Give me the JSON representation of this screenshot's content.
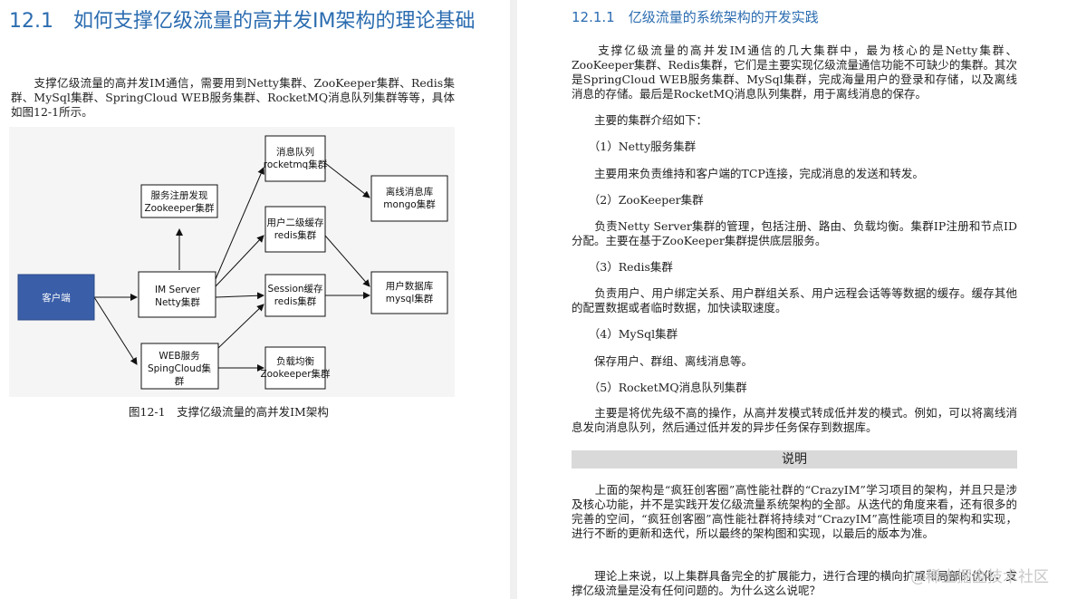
{
  "left": {
    "heading": "12.1　如何支撑亿级流量的高并发IM架构的理论基础",
    "intro": "　　支撑亿级流量的高并发IM通信，需要用到Netty集群、ZooKeeper集群、Redis集群、MySql集群、SpringCloud WEB服务集群、RocketMQ消息队列集群等等，具体如图12-1所示。",
    "diagram": {
      "client": "客户端",
      "zk_line1": "服务注册发现",
      "zk_line2": "Zookeeper集群",
      "im_line1": "IM Server",
      "im_line2": "Netty集群",
      "web_line1": "WEB服务",
      "web_line2": "SpingCloud集",
      "web_line3": "群",
      "mq_line1": "消息队列",
      "mq_line2": "rocketmq集群",
      "cache_line1": "用户二级缓存",
      "cache_line2": "redis集群",
      "session_line1": "Session缓存",
      "session_line2": "redis集群",
      "lb_line1": "负载均衡",
      "lb_line2": "Zookeeper集群",
      "offline_line1": "离线消息库",
      "offline_line2": "mongo集群",
      "userdb_line1": "用户数据库",
      "userdb_line2": "mysql集群"
    },
    "caption": "图12-1　支撑亿级流量的高并发IM架构"
  },
  "right": {
    "heading": "12.1.1　亿级流量的系统架构的开发实践",
    "p1": "　　支撑亿级流量的高并发IM通信的几大集群中，最为核心的是Netty集群、ZooKeeper集群、Redis集群，它们是主要实现亿级流量通信功能不可缺少的集群。其次是SpringCloud WEB服务集群、MySql集群，完成海量用户的登录和存储，以及离线消息的存储。最后是RocketMQ消息队列集群，用于离线消息的保存。",
    "p2": "　　主要的集群介绍如下：",
    "s1": "　　（1）Netty服务集群",
    "s1_body": "　　主要用来负责维持和客户端的TCP连接，完成消息的发送和转发。",
    "s2": "　　（2）ZooKeeper集群",
    "s2_body": "　　负责Netty Server集群的管理，包括注册、路由、负载均衡。集群IP注册和节点ID分配。主要在基于ZooKeeper集群提供底层服务。",
    "s3": "　　（3）Redis集群",
    "s3_body": "　　负责用户、用户绑定关系、用户群组关系、用户远程会话等等数据的缓存。缓存其他的配置数据或者临时数据，加快读取速度。",
    "s4": "　　（4）MySql集群",
    "s4_body": "　　保存用户、群组、离线消息等。",
    "s5": "　　（5）RocketMQ消息队列集群",
    "s5_body": "　　主要是将优先级不高的操作，从高并发模式转成低并发的模式。例如，可以将离线消息发向消息队列，然后通过低并发的异步任务保存到数据库。",
    "note_title": "说明",
    "note_body": "　　上面的架构是“疯狂创客圈”高性能社群的“CrazyIM”学习项目的架构，并且只是涉及核心功能，并不是实践开发亿级流量系统架构的全部。从迭代的角度来看，还有很多的完善的空间，“疯狂创客圈”高性能社群将持续对“CrazyIM”高性能项目的架构和实现，进行不断的更新和迭代，所以最终的架构图和实现，以最后的版本为准。",
    "last": "　　理论上来说，以上集群具备完全的扩展能力，进行合理的横向扩展和局部的优化，支撑亿级流量是没有任何问题的。为什么这么说呢？",
    "watermark": "@稀土掘金技术社区"
  },
  "colors": {
    "heading": "#2b6cb0",
    "client_box": "#3a5ea8",
    "note_bar": "#d9d9d9"
  }
}
